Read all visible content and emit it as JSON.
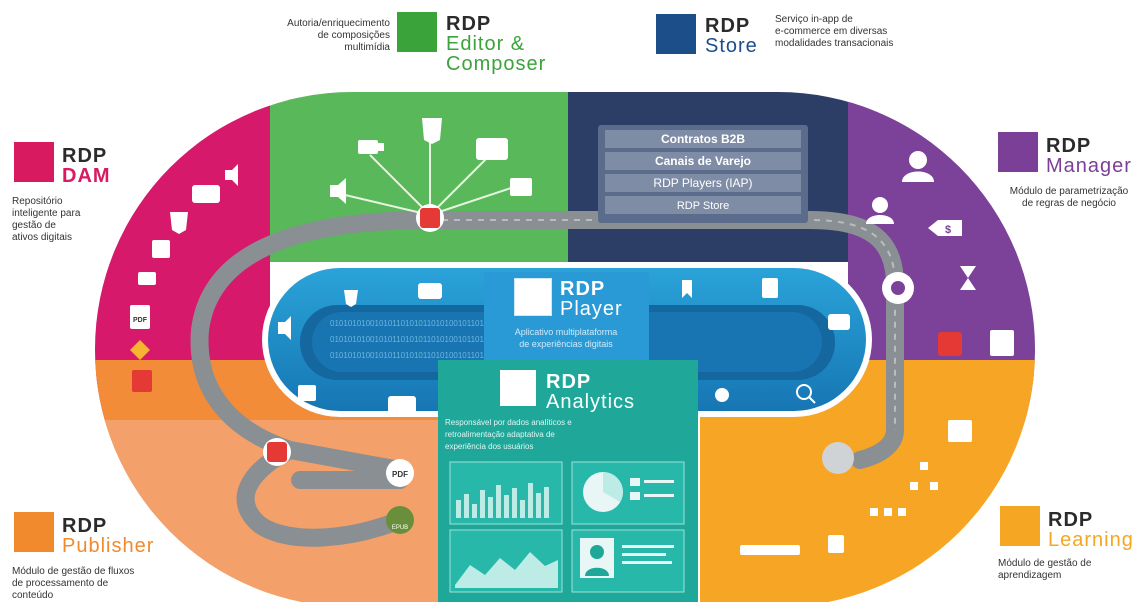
{
  "modules": {
    "editor": {
      "rdp": "RDP",
      "name": [
        "Editor &",
        "Composer"
      ],
      "desc": [
        "Autoria/enriquecimento",
        "de composições",
        "multimídia"
      ],
      "color": "#3aa43a"
    },
    "store": {
      "rdp": "RDP",
      "name": [
        "Store"
      ],
      "desc": [
        "Serviço in-app de",
        "e-commerce em diversas",
        "modalidades transacionais"
      ],
      "color": "#1c4f8a"
    },
    "dam": {
      "rdp": "RDP",
      "name": [
        "DAM"
      ],
      "desc": [
        "Repositório",
        "inteligente para",
        "gestão de",
        "ativos digitais"
      ],
      "color": "#d81b60"
    },
    "manager": {
      "rdp": "RDP",
      "name": [
        "Manager"
      ],
      "desc": [
        "Módulo de parametrização",
        "de regras de negócio"
      ],
      "color": "#7b3f98"
    },
    "publisher": {
      "rdp": "RDP",
      "name": [
        "Publisher"
      ],
      "desc": [
        "Módulo de gestão de fluxos",
        "de processamento de",
        "conteúdo"
      ],
      "color": "#f08a2c"
    },
    "learning": {
      "rdp": "RDP",
      "name": [
        "Learning"
      ],
      "desc": [
        "Módulo de gestão de",
        "aprendizagem"
      ],
      "color": "#f5a623"
    },
    "player": {
      "rdp": "RDP",
      "name": [
        "Player"
      ],
      "desc": [
        "Aplicativo multiplataforma",
        "de experiências digitais"
      ],
      "color": "#1e8fc9"
    },
    "analytics": {
      "rdp": "RDP",
      "name": [
        "Analytics"
      ],
      "desc": [
        "Responsável por dados analíticos e",
        "retroalimentação adaptativa de",
        "experiência dos usuários"
      ],
      "color": "#1fa89a"
    }
  },
  "store_bars": [
    "Contratos B2B",
    "Canais de Varejo",
    "RDP Players (IAP)",
    "RDP Store"
  ],
  "icons": {
    "pdf": "PDF",
    "epub": "EPUB",
    "dollar": "$"
  },
  "binary_text": "0101010100101011010101101010010110101011010010110101"
}
